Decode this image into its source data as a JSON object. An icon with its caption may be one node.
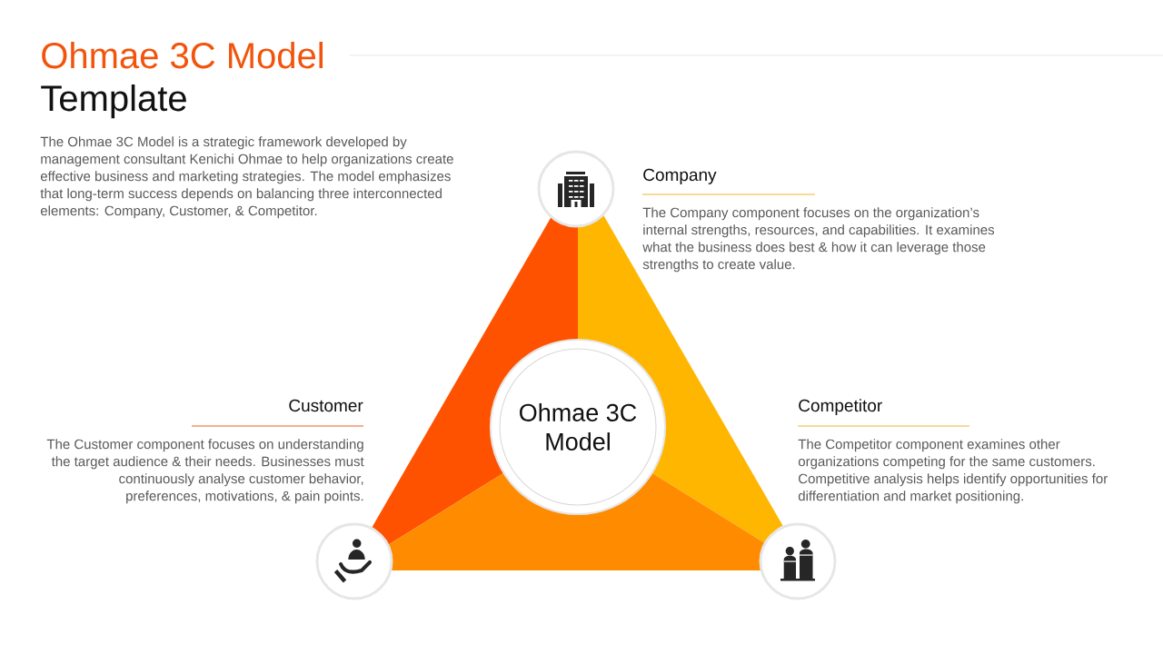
{
  "diagram": {
    "title": "Ohmae 3C Model",
    "nodes": [
      {
        "text": [],
        "shape": "circle",
        "beside": [
          "Company",
          "The Company component focuses on the organization’s internal strengths, resources, and capabilities. It examines what the business does best & how it can leverage those strengths to create value."
        ]
      },
      {
        "text": [
          "Ohmae 3C Model"
        ]
      },
      {
        "text": [],
        "shape": "circle",
        "beside": [
          "Customer",
          "The Customer component focuses on understanding the target audience & their needs. Businesses must continuously analyse customer behavior, preferences, motivations, & pain points."
        ]
      },
      {
        "text": [],
        "shape": "circle",
        "beside": [
          "Competitor",
          "The Competitor component examines other organizations competing for the same customers. Competitive analysis helps identify opportunities for differentiation and market positioning."
        ]
      }
    ],
    "labels": [
      "Template",
      "The Ohmae 3C Model is a strategic framework developed by management consultant Kenichi Ohmae to help organizations create effective business and marketing strategies. The model emphasizes that long-term success depends on balancing three interconnected elements: Company, Customer, & Competitor."
    ]
  }
}
